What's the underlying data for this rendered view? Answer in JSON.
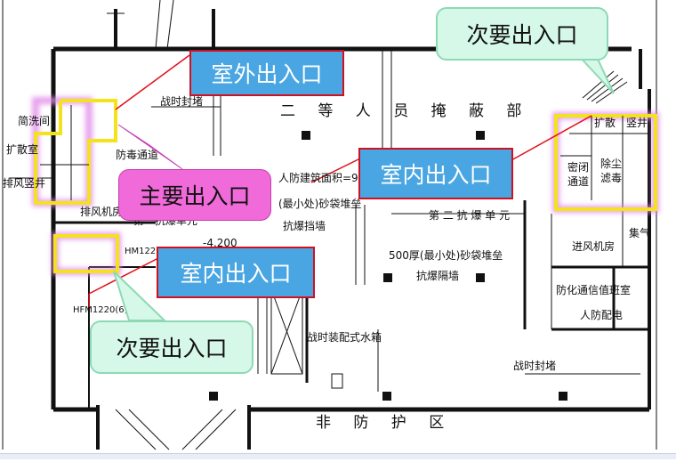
{
  "callouts": {
    "outdoor_entrance": "室外出入口",
    "main_entrance": "主要出入口",
    "indoor_entrance_right": "室内出入口",
    "indoor_entrance_left": "室内出入口",
    "secondary_entrance_top": "次要出入口",
    "secondary_entrance_bottom": "次要出入口"
  },
  "plan_labels": {
    "zone_title": "二 等 人 员 掩 蔽 部",
    "wartime_seal_top": "战时封堵",
    "wash_room": "简洗间",
    "expansion_room_left": "扩散室",
    "exhaust_shaft": "排风竖井",
    "decon_room": "防毒通道",
    "air_defense_area": "人防建筑面积=9",
    "sandbag_wall_1": "(最小处)砂袋堆垒",
    "blast_wall_1": "抗爆挡墙",
    "exhaust_machine_room": "排风机房",
    "blast_unit_1": "第一抗爆单元",
    "elevation": "-4.200",
    "door_code_1": "HM1220",
    "door_code_2": "HFM1220(6)",
    "blast_unit_2": "第 二 抗 爆 单 元",
    "sandbag_wall_2": "500厚(最小处)砂袋堆垒",
    "blast_partition": "抗爆隔墙",
    "water_tank": "战时装配式水箱",
    "wartime_seal_bottom": "战时封堵",
    "non_protected_zone": "非 防 护 区",
    "expansion_room_right": "扩散",
    "shaft_right": "竖井",
    "airlock_1": "密闭",
    "airlock_2": "通道",
    "dust_filter_1": "除尘",
    "dust_filter_2": "滤毒",
    "intake_machine_room": "进风机房",
    "collect_air": "集气",
    "comms_room": "防化通信值班室",
    "power_room": "人防配电"
  },
  "colors": {
    "callout_blue": "#4aa6e2",
    "callout_border_red": "#d0101f",
    "callout_pink": "#f06ad9",
    "callout_mint": "#d6f8e8",
    "highlight_yellow": "#f4e21a",
    "highlight_glow": "#e08ae8",
    "leader_red": "#e0101a"
  }
}
